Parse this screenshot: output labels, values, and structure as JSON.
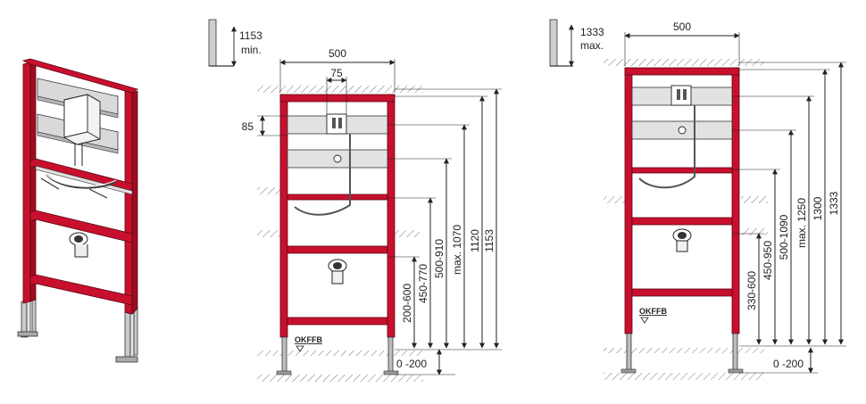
{
  "colors": {
    "frame_red": "#c8102e",
    "frame_dark": "#8e0c1f",
    "line": "#222222",
    "hatch": "#888888",
    "panel_gray": "#d9d9d9",
    "leg_gray": "#bdbdbd"
  },
  "icons": {
    "wall_depth": "wall-depth-icon",
    "floor_level": "floor-level-triangle-icon"
  },
  "middle": {
    "wall_height_value": "1153",
    "wall_height_suffix": "min.",
    "width_label": "500",
    "inner_width_label": "75",
    "panel_spacing_label": "85",
    "floor_label": "OKFFB",
    "dimensions": {
      "d1": "1153",
      "d2": "1120",
      "d3": "max. 1070",
      "d4": "500-910",
      "d5": "450-770",
      "d6": "200-600",
      "floor_range": "0 -200"
    }
  },
  "right": {
    "wall_height_value": "1333",
    "wall_height_suffix": "max.",
    "width_label": "500",
    "floor_label": "OKFFB",
    "dimensions": {
      "d1": "1333",
      "d2": "1300",
      "d3": "max. 1250",
      "d4": "500-1090",
      "d5": "450-950",
      "d6": "330-600",
      "floor_range": "0 -200"
    }
  }
}
